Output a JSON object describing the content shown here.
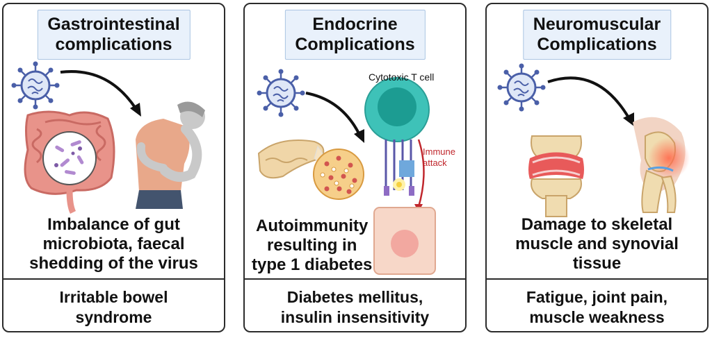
{
  "panels": [
    {
      "title": "Gastrointestinal\ncomplications",
      "description": "Imbalance of gut\nmicrobiota, faecal\nshedding of the virus",
      "outcome": "Irritable bowel\nsyndrome"
    },
    {
      "title": "Endocrine\nComplications",
      "description": "Autoimmunity\nresulting in\ntype 1 diabetes",
      "outcome": "Diabetes mellitus,\ninsulin insensitivity",
      "labels": {
        "cell": "Cytotoxic T cell",
        "attack": "Immune\nattack"
      }
    },
    {
      "title": "Neuromuscular\nComplications",
      "description": "Damage to skeletal\nmuscle and synovial\ntissue",
      "outcome": "Fatigue, joint pain,\nmuscle weakness"
    }
  ],
  "colors": {
    "border": "#2b2b2b",
    "title_bg": "#e9f1fb",
    "virus": "#4a5fa8",
    "gut": "#e8938a",
    "skin": "#c9c9c9",
    "shirt": "#e8a88a",
    "tcell": "#3ec2b8",
    "target_cell": "#f7d7c8",
    "inflammation": "#ff6a4d",
    "immune_attack": "#c0272d"
  },
  "icons": [
    "virus-icon",
    "intestine-icon",
    "person-icon",
    "pancreas-icon",
    "islet-icon",
    "t-cell-icon",
    "target-cell-icon",
    "joint-icon",
    "knee-icon",
    "arrow-icon"
  ]
}
